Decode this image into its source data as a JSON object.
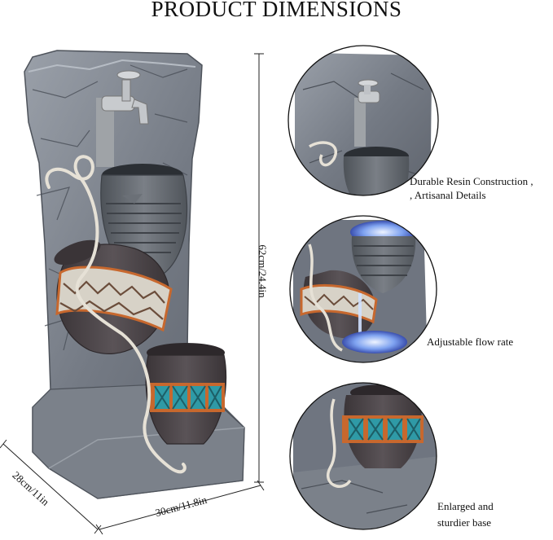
{
  "title": "PRODUCT DIMENSIONS",
  "dimensions": {
    "height": "62cm/24.4in",
    "width": "30cm/11.8in",
    "depth": "28cm/11in"
  },
  "features": [
    {
      "line1": "Durable Resin Construction ,",
      "line2": ", Artisanal Details"
    },
    {
      "line1": "Adjustable flow rate",
      "line2": ""
    },
    {
      "line1": "Enlarged and",
      "line2": "sturdier base"
    }
  ],
  "colors": {
    "stone": "#6f7580",
    "stone_light": "#9ca2ab",
    "pot_dark": "#4a4347",
    "band_orange": "#c7682e",
    "band_teal": "#2f9aa6",
    "faucet": "#b9bcc0",
    "rope": "#e6e1d6"
  }
}
